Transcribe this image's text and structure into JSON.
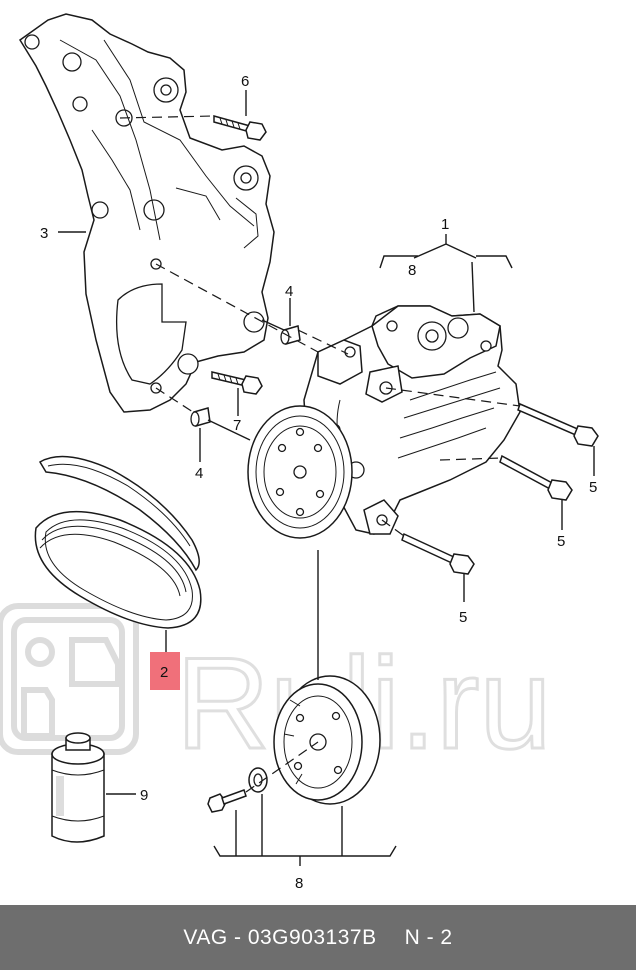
{
  "footer": {
    "part_number": "VAG - 03G903137B",
    "position": "N - 2"
  },
  "watermark": {
    "text": "Ruli.ru"
  },
  "callouts": {
    "c1": "1",
    "c8_top": "8",
    "c3": "3",
    "c6": "6",
    "c4_a": "4",
    "c4_b": "4",
    "c7": "7",
    "c5_a": "5",
    "c5_b": "5",
    "c5_c": "5",
    "c2": "2",
    "c9": "9",
    "c8_bottom": "8"
  },
  "colors": {
    "highlight": "#f0707a",
    "footer_bg": "#6e6e6e"
  }
}
